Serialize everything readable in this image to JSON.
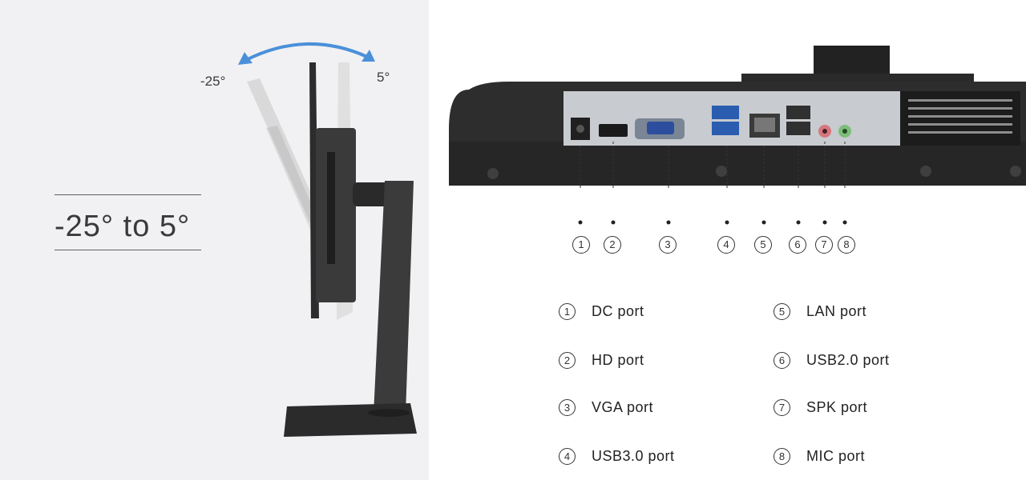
{
  "tilt": {
    "min_label": "-25°",
    "max_label": "5°",
    "range_text": "-25° to 5°"
  },
  "colors": {
    "left_bg": "#f1f1f3",
    "arrow": "#4a90d9",
    "panel": "#2a2a2a",
    "io_plate": "#c8cbcf"
  },
  "icons": {
    "arc_arrow": "double-headed-curved-arrow-icon",
    "monitor": "monitor-side-view-icon",
    "io_panel": "rear-io-panel-illustration"
  },
  "callouts": [
    "1",
    "2",
    "3",
    "4",
    "5",
    "6",
    "7",
    "8"
  ],
  "ports": [
    {
      "num": "1",
      "label": "DC port"
    },
    {
      "num": "2",
      "label": "HD port"
    },
    {
      "num": "3",
      "label": "VGA port"
    },
    {
      "num": "4",
      "label": "USB3.0 port"
    },
    {
      "num": "5",
      "label": "LAN port"
    },
    {
      "num": "6",
      "label": "USB2.0 port"
    },
    {
      "num": "7",
      "label": "SPK port"
    },
    {
      "num": "8",
      "label": "MIC port"
    }
  ]
}
